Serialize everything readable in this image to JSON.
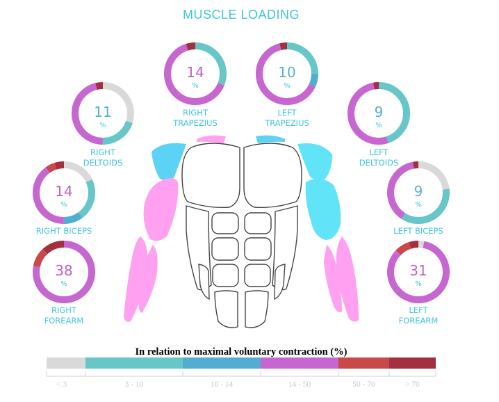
{
  "chart_data": {
    "type": "donut",
    "title": "MUSCLE LOADING",
    "unit": "%",
    "muscles": [
      {
        "id": "right-trapezius",
        "label_lines": [
          "RIGHT",
          "TRAPEZIUS"
        ],
        "value": 14,
        "segments": [
          {
            "band": "3 - 10",
            "share": 0.31
          },
          {
            "band": "14 - 50",
            "share": 0.64
          },
          {
            "band": "> 70",
            "share": 0.05
          }
        ],
        "value_color": "#c060c8"
      },
      {
        "id": "left-trapezius",
        "label_lines": [
          "LEFT",
          "TRAPEZIUS"
        ],
        "value": 10,
        "segments": [
          {
            "band": "3 - 10",
            "share": 0.25
          },
          {
            "band": "10 - 14",
            "share": 0.07
          },
          {
            "band": "14 - 50",
            "share": 0.64
          },
          {
            "band": "> 70",
            "share": 0.04
          }
        ],
        "value_color": "#5ab0cc"
      },
      {
        "id": "right-deltoids",
        "label_lines": [
          "RIGHT",
          "DELTOIDS"
        ],
        "value": 11,
        "segments": [
          {
            "band": "3 - 10",
            "share": 0.2
          },
          {
            "band": "14 - 50",
            "share": 0.46
          },
          {
            "band": "> 70",
            "share": 0.04
          }
        ],
        "value_color": "#5ab0cc"
      },
      {
        "id": "left-deltoids",
        "label_lines": [
          "LEFT",
          "DELTOIDS"
        ],
        "value": 9,
        "segments": [
          {
            "band": "3 - 10",
            "share": 0.45
          },
          {
            "band": "14 - 50",
            "share": 0.52
          },
          {
            "band": "> 70",
            "share": 0.03
          }
        ],
        "value_color": "#5ab0cc"
      },
      {
        "id": "right-biceps",
        "label_lines": [
          "RIGHT BICEPS"
        ],
        "value": 14,
        "segments": [
          {
            "band": "3 - 10",
            "share": 0.22
          },
          {
            "band": "10 - 14",
            "share": 0.1
          },
          {
            "band": "14 - 50",
            "share": 0.4
          },
          {
            "band": "50 - 70",
            "share": 0.05
          },
          {
            "band": "> 70",
            "share": 0.05
          }
        ],
        "value_color": "#c060c8"
      },
      {
        "id": "left-biceps",
        "label_lines": [
          "LEFT BICEPS"
        ],
        "value": 9,
        "segments": [
          {
            "band": "3 - 10",
            "share": 0.36
          },
          {
            "band": "14 - 50",
            "share": 0.38
          },
          {
            "band": "> 70",
            "share": 0.03
          }
        ],
        "value_color": "#5ab0cc"
      },
      {
        "id": "right-forearm",
        "label_lines": [
          "RIGHT",
          "FOREARM"
        ],
        "value": 38,
        "segments": [
          {
            "band": "14 - 50",
            "share": 0.78
          },
          {
            "band": "50 - 70",
            "share": 0.1
          },
          {
            "band": "> 70",
            "share": 0.12
          }
        ],
        "value_color": "#c060c8"
      },
      {
        "id": "left-forearm",
        "label_lines": [
          "LEFT",
          "FOREARM"
        ],
        "value": 31,
        "segments": [
          {
            "band": "14 - 50",
            "share": 0.84
          },
          {
            "band": "50 - 70",
            "share": 0.08
          },
          {
            "band": "> 70",
            "share": 0.05
          }
        ],
        "value_color": "#c060c8"
      }
    ],
    "legend": {
      "title": "In relation to maximal voluntary contraction (%)",
      "bands": [
        {
          "label": "< 3",
          "color": "#d9d9d9"
        },
        {
          "label": "3 - 10",
          "color": "#66c6c8"
        },
        {
          "label": "10 - 14",
          "color": "#52aed0"
        },
        {
          "label": "14 - 50",
          "color": "#c766d1"
        },
        {
          "label": "50 - 70",
          "color": "#c94848"
        },
        {
          "label": "> 70",
          "color": "#a4303f"
        }
      ]
    },
    "body_colors": {
      "pink": "#ffa0f0",
      "cyan": "#62e4f8",
      "blue": "#5cd2f4"
    }
  }
}
